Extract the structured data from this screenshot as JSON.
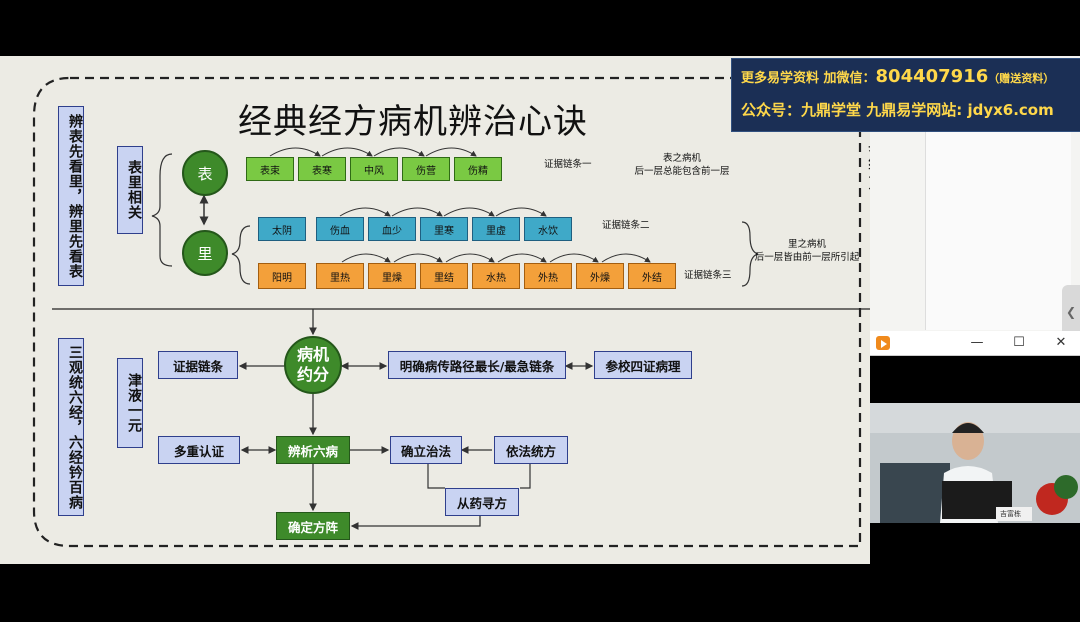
{
  "slide": {
    "title": "经典经方病机辨治心诀",
    "watermark_vertical": "经典经方",
    "left_label_top": "辨表先看里，辨里先看表",
    "left_label_bottom": "三观统六经，六经钤百病",
    "biaoli_label": "表里相关",
    "jinye_label": "津液一元",
    "circle_biao": "表",
    "circle_li": "里",
    "chain1": [
      "表束",
      "表寒",
      "中风",
      "伤营",
      "伤精"
    ],
    "chain2": [
      "太阴",
      "伤血",
      "血少",
      "里寒",
      "里虚",
      "水饮"
    ],
    "chain3": [
      "阳明",
      "里热",
      "里燥",
      "里结",
      "水热",
      "外热",
      "外燥",
      "外结"
    ],
    "chain1_label": "证据链条一",
    "chain2_label": "证据链条二",
    "chain3_label": "证据链条三",
    "biao_note_title": "表之病机",
    "biao_note_text": "后一层总能包含前一层",
    "li_note_title": "里之病机",
    "li_note_text": "后一层皆由前一层所引起",
    "center_circle": "病机约分",
    "evidence_chain": "证据链条",
    "path_box": "明确病传路径最长/最急链条",
    "four_evidence": "参校四证病理",
    "multi_cert": "多重认证",
    "six_disease": "辨析六病",
    "treatment": "确立治法",
    "formula_method": "依法统方",
    "drug_search": "从药寻方",
    "final_formula": "确定方阵"
  },
  "banner": {
    "line1_prefix": "更多易学资料 加微信：",
    "line1_number": "804407916",
    "line1_suffix": "（赠送资料）",
    "line2": "公众号：九鼎学堂 九鼎易学网站: jdyx6.com"
  },
  "video": {
    "minimize": "—",
    "maximize": "☐",
    "close": "✕",
    "nameplate": "吉富栋"
  },
  "colors": {
    "green_chain": "#7ac943",
    "teal_chain": "#3fa9c8",
    "orange_chain": "#f3a03a",
    "blue_box": "#c9d3f2",
    "dark_green": "#3e8a2a"
  }
}
